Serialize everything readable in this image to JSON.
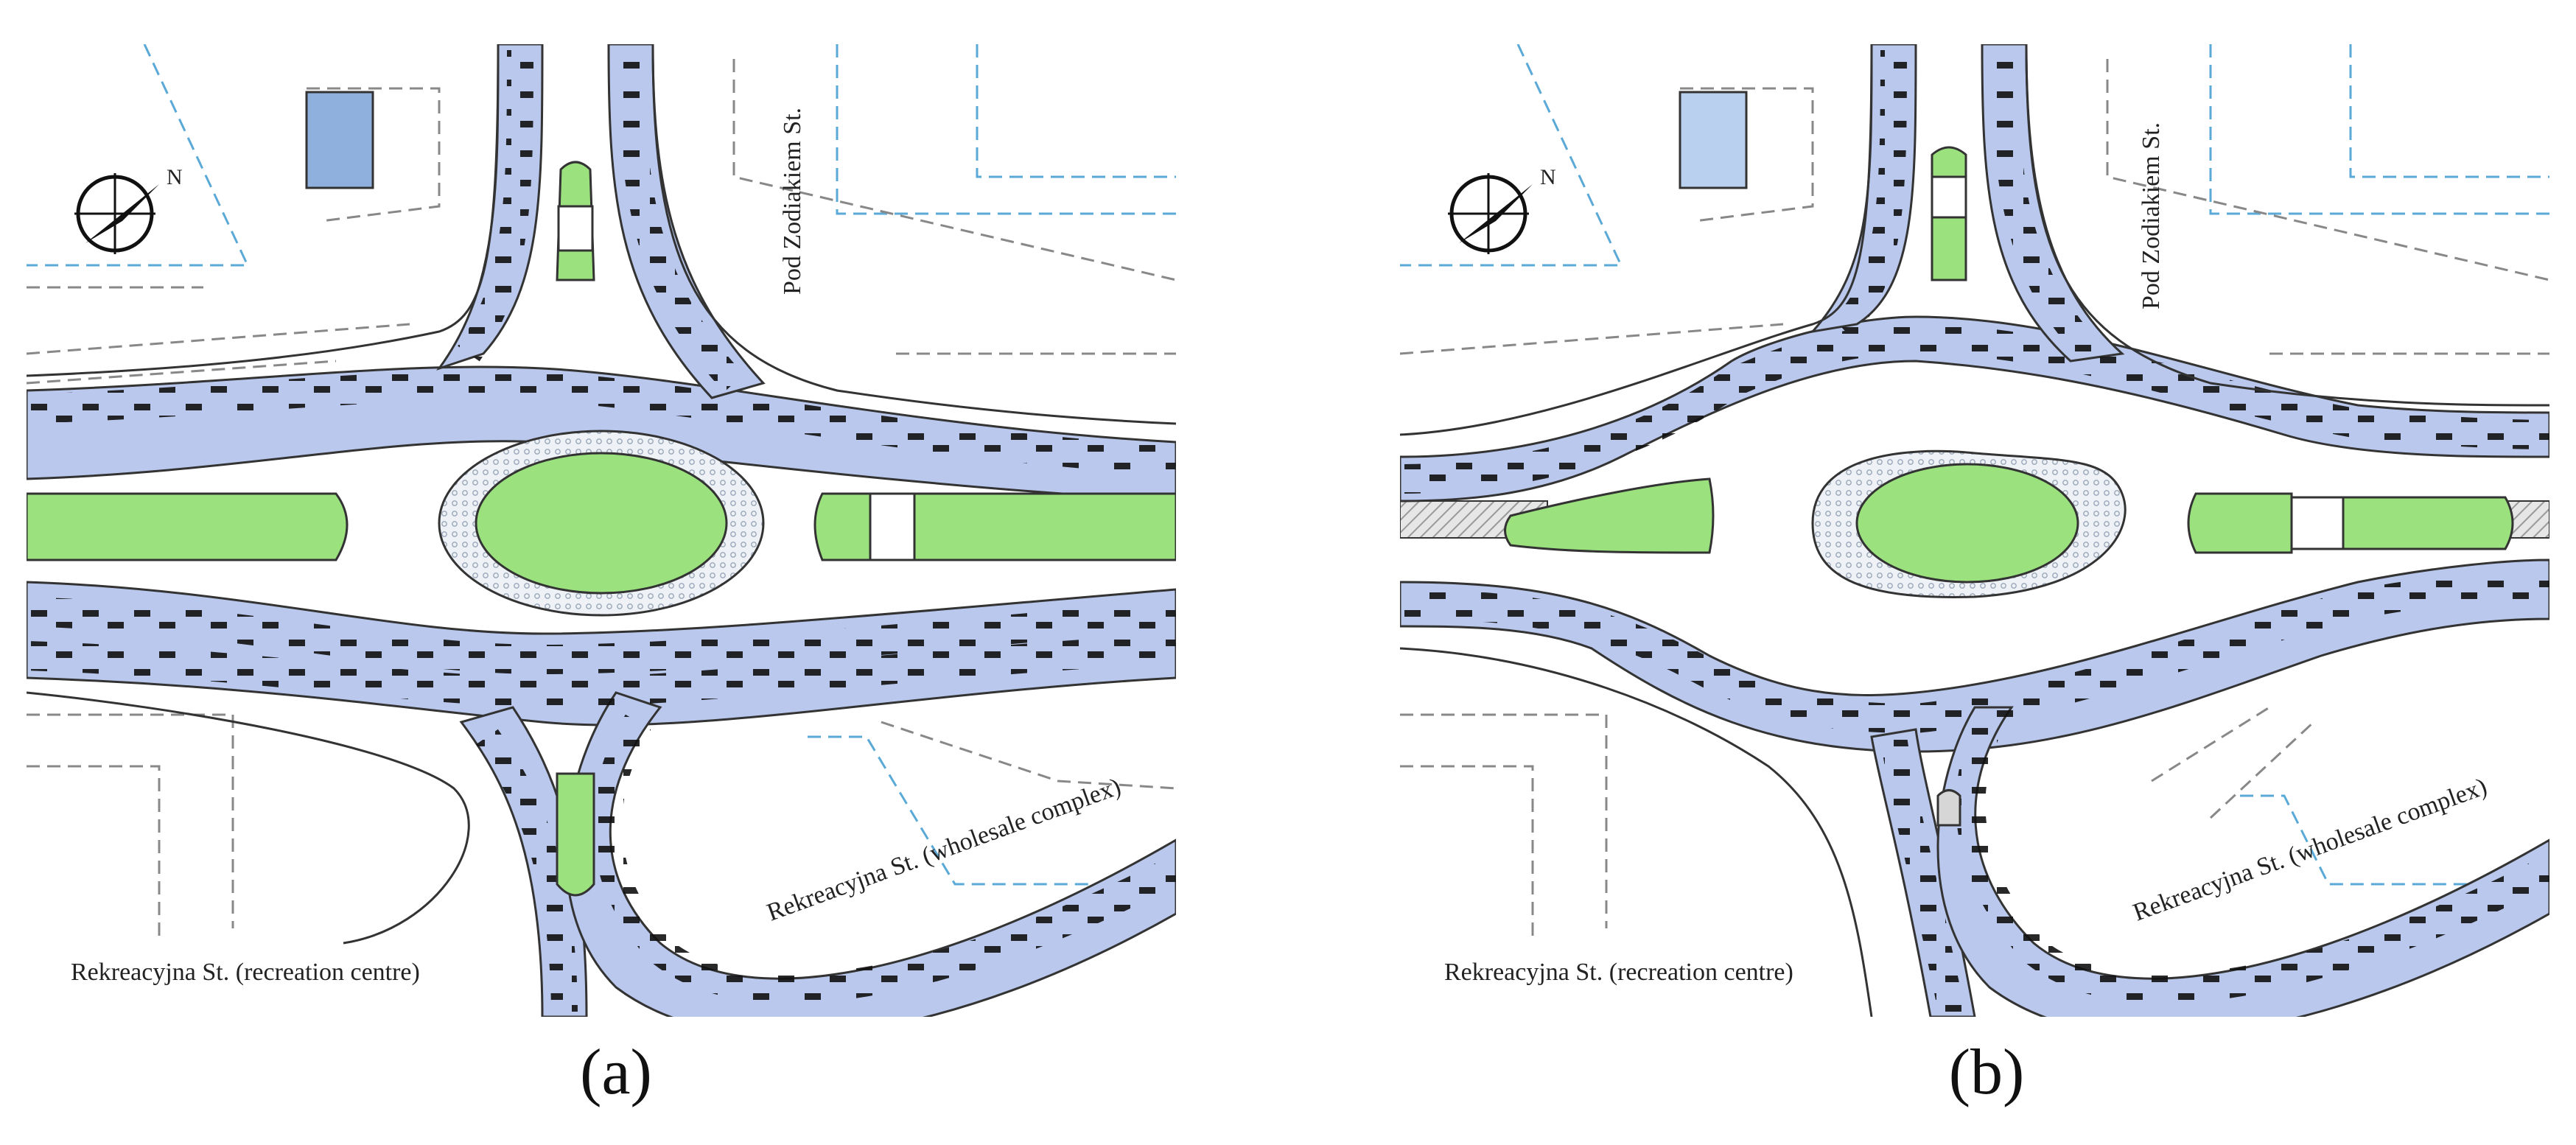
{
  "figure": {
    "panels": [
      {
        "id": "a",
        "caption": "(a)",
        "labels": {
          "north_street": "Pod Zodiakiem St.",
          "west_street": "Rekreacyjna St. (recreation centre)",
          "east_street": "Rekreacyjna St. (wholesale complex)",
          "compass_letter": "N"
        }
      },
      {
        "id": "b",
        "caption": "(b)",
        "labels": {
          "north_street": "Pod Zodiakiem St.",
          "west_street": "Rekreacyjna St. (recreation centre)",
          "east_street": "Rekreacyjna St. (wholesale complex)",
          "compass_letter": "N"
        }
      }
    ],
    "colors": {
      "traffic_lanes": "#b9c8ec",
      "green_island": "#9be27f",
      "building": "#8fb0dc",
      "plot_boundary": "#5aa9d6",
      "paving_hatch": "#bfbfbf",
      "vehicle": "#111111"
    }
  }
}
